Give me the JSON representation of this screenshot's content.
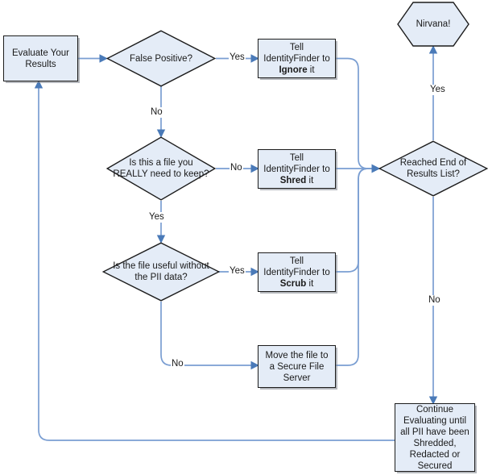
{
  "diagram": {
    "title": "IdentityFinder PII Remediation Flowchart",
    "type": "flowchart",
    "colors": {
      "node_fill": "#e4ecf7",
      "node_border": "#1c1c1c",
      "connector": "#6f94c8",
      "text": "#1a1a1a",
      "background": "#ffffff"
    }
  },
  "nodes": {
    "evaluate": {
      "shape": "process",
      "text": "Evaluate Your Results"
    },
    "false_positive": {
      "shape": "decision",
      "text": "False Positive?"
    },
    "ignore": {
      "shape": "process",
      "text_prefix": "Tell IdentityFinder to ",
      "text_bold": "Ignore",
      "text_suffix": " it"
    },
    "really_keep": {
      "shape": "decision",
      "text": "Is this a file you REALLY need to keep?"
    },
    "shred": {
      "shape": "process",
      "text_prefix": "Tell IdentityFinder to ",
      "text_bold": "Shred",
      "text_suffix": " it"
    },
    "useful_without_pii": {
      "shape": "decision",
      "text": "Is the file useful without the PII data?"
    },
    "scrub": {
      "shape": "process",
      "text_prefix": "Tell IdentityFinder to ",
      "text_bold": "Scrub",
      "text_suffix": " it"
    },
    "move_secure": {
      "shape": "process",
      "text": "Move the file to a Secure File Server"
    },
    "reached_end": {
      "shape": "decision",
      "text": "Reached End of Results List?"
    },
    "nirvana": {
      "shape": "hexagon",
      "text": "Nirvana!"
    },
    "continue": {
      "shape": "process",
      "text": "Continue Evaluating until all PII have been Shredded, Redacted or Secured"
    }
  },
  "edge_labels": {
    "fp_yes": "Yes",
    "fp_no": "No",
    "keep_no": "No",
    "keep_yes": "Yes",
    "useful_yes": "Yes",
    "useful_no": "No",
    "end_yes": "Yes",
    "end_no": "No"
  }
}
